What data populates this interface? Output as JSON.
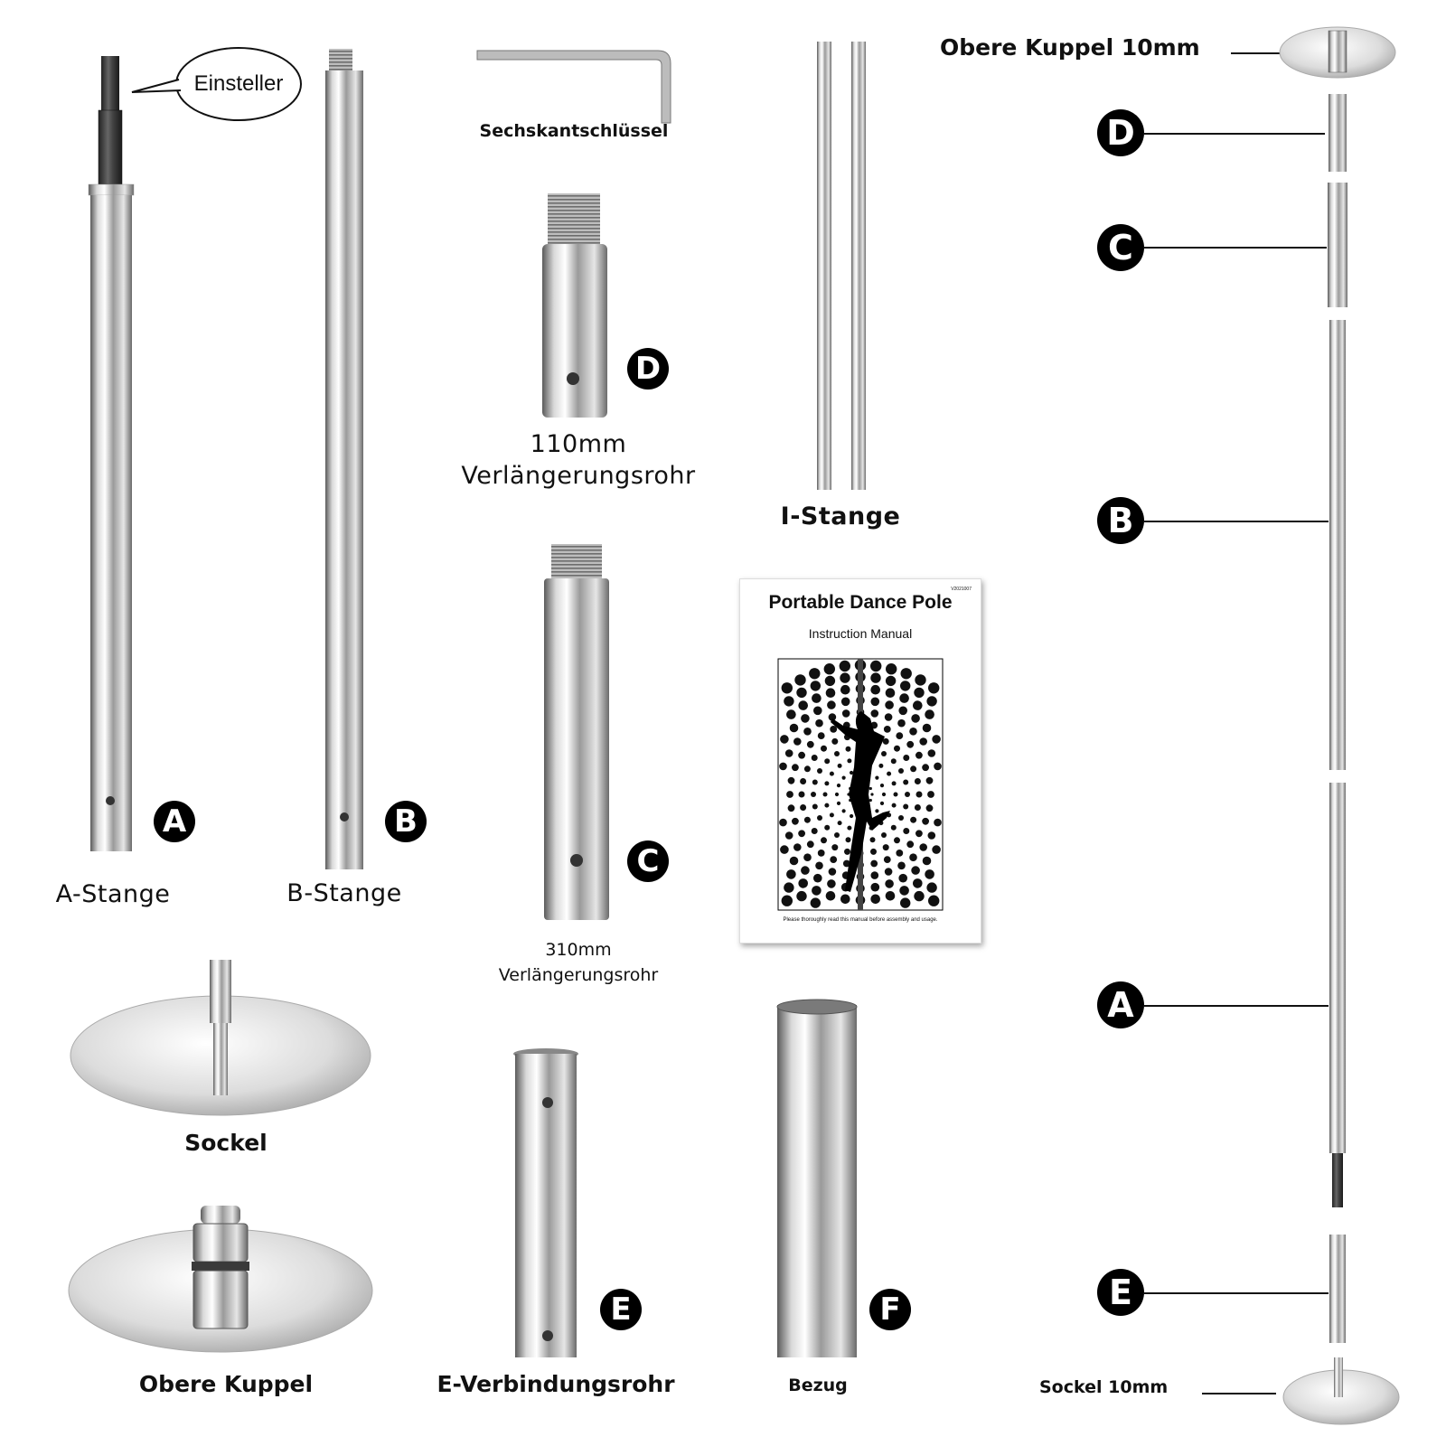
{
  "colors": {
    "steel_light": "#f2f2f2",
    "steel_mid": "#b8b8b8",
    "steel_dark": "#4a4a4a",
    "badge": "#000000"
  },
  "parts": {
    "a_rod": {
      "label": "A-Stange",
      "badge": "A",
      "callout": "Einsteller"
    },
    "b_rod": {
      "label": "B-Stange",
      "badge": "B"
    },
    "hex_key": {
      "label": "Sechskantschlüssel"
    },
    "ext_110": {
      "label_line1": "110mm",
      "label_line2": "Verlängerungsrohr",
      "badge": "D"
    },
    "ext_310": {
      "label_line1": "310mm",
      "label_line2": "Verlängerungsrohr",
      "badge": "C"
    },
    "i_rod": {
      "label": "I-Stange"
    },
    "base": {
      "label": "Sockel"
    },
    "top_dome": {
      "label": "Obere Kuppel"
    },
    "e_connector": {
      "label": "E-Verbindungsrohr",
      "badge": "E"
    },
    "cover": {
      "label": "Bezug",
      "badge": "F"
    }
  },
  "manual": {
    "title": "Portable Dance Pole",
    "subtitle": "Instruction Manual",
    "version": "V2021007",
    "footer": "Please thoroughly read this manual before assembly and usage."
  },
  "assembly": {
    "top_label": "Obere Kuppel 10mm",
    "bottom_label": "Sockel 10mm",
    "badges": [
      "D",
      "C",
      "B",
      "A",
      "E"
    ]
  }
}
